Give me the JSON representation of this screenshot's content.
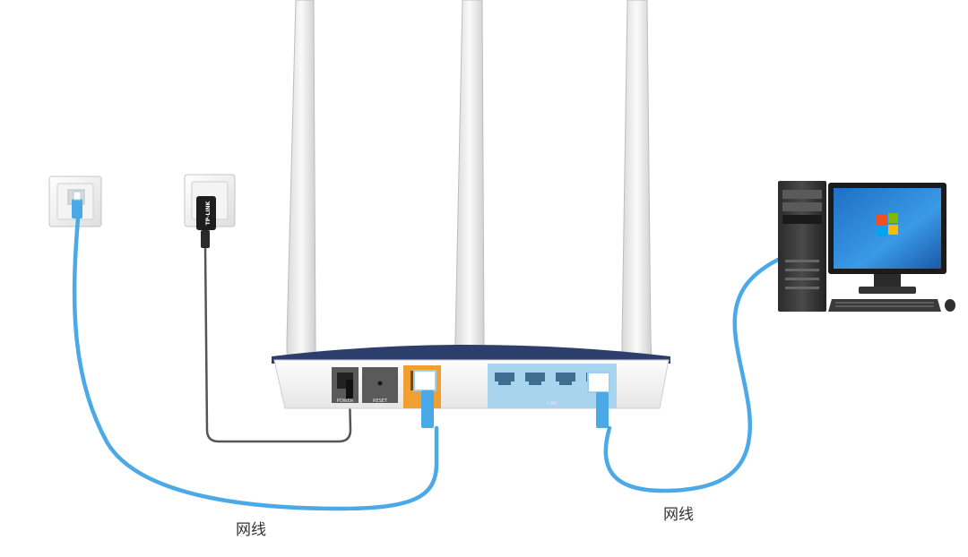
{
  "labels": {
    "cable_left": "网线",
    "cable_right": "网线",
    "adapter_brand": "TP-LINK",
    "router_power_port": "POWER",
    "router_reset": "RESET",
    "router_lan_ports": "LAN"
  },
  "icons": {
    "wall_jack": "ethernet-wall-jack-icon",
    "power_outlet": "power-outlet-icon",
    "router": "wireless-router-icon",
    "computer": "desktop-computer-icon",
    "os_logo": "windows-logo-icon"
  },
  "colors": {
    "cable": "#4aa9e6",
    "power_cord": "#555555",
    "router_body": "#f2f2f2",
    "router_top": "#2c3e6b",
    "wan_port": "#f0a030",
    "lan_panel": "#a8d4ee",
    "monitor_screen": "#2a7fd4"
  }
}
